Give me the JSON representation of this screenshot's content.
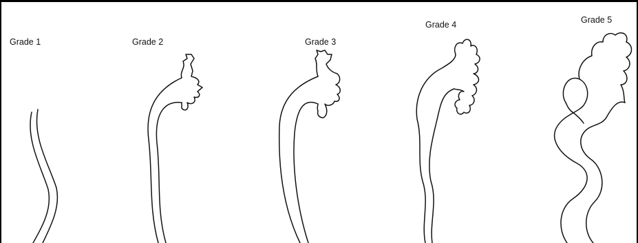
{
  "figure": {
    "grades": [
      {
        "label": "Grade 1",
        "grade": 1
      },
      {
        "label": "Grade 2",
        "grade": 2
      },
      {
        "label": "Grade 3",
        "grade": 3
      },
      {
        "label": "Grade 4",
        "grade": 4
      },
      {
        "label": "Grade 5",
        "grade": 5
      }
    ]
  }
}
